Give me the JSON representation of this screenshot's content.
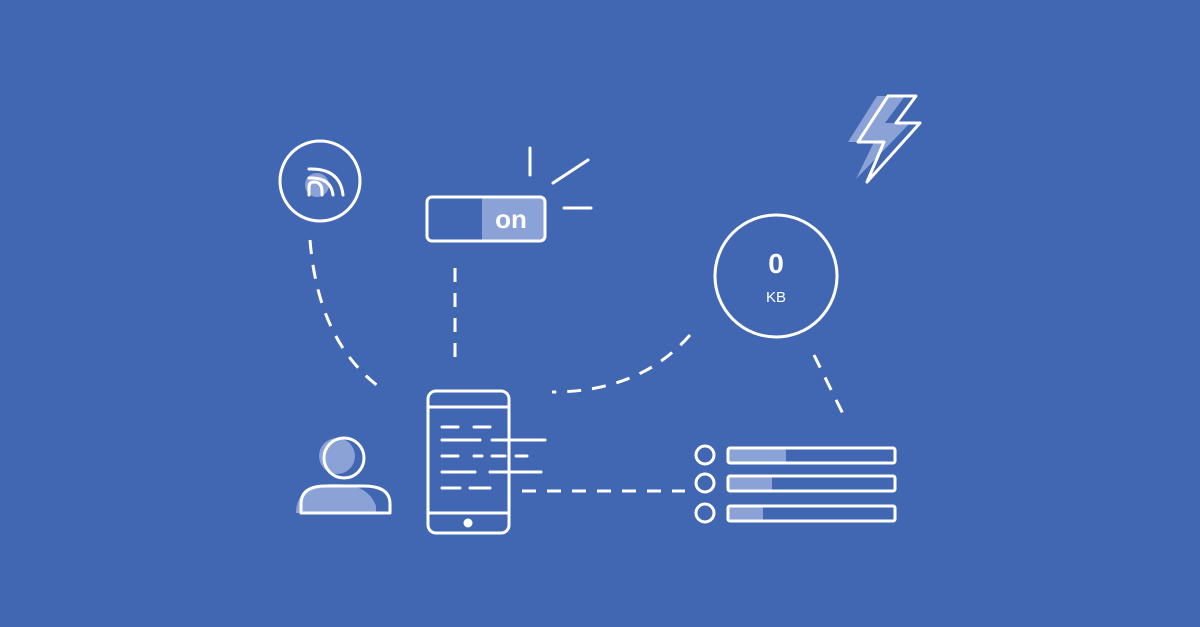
{
  "colors": {
    "background": "#4267b2",
    "line": "#ffffff",
    "accent": "#8aa2d6"
  },
  "toggle": {
    "label": "on",
    "state": "on"
  },
  "data_meter": {
    "value": "0",
    "unit": "KB"
  },
  "icons": [
    "rss-feed-icon",
    "lightning-bolt-icon",
    "user-icon",
    "smartphone-icon",
    "radio-list-icon"
  ],
  "list": {
    "item_count": 3,
    "fill_fractions": [
      0.35,
      0.25,
      0.2
    ]
  }
}
